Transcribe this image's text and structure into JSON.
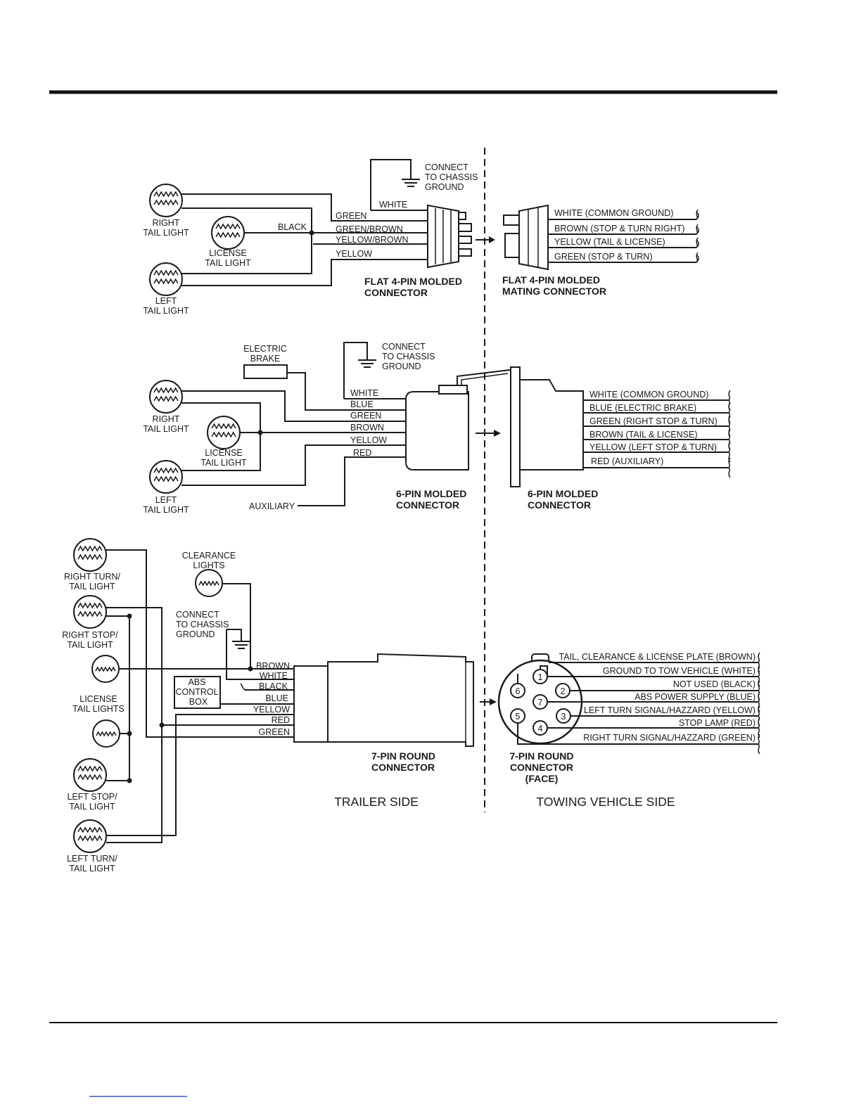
{
  "diagram1": {
    "ground_label": [
      "CONNECT",
      "TO CHASSIS",
      "GROUND"
    ],
    "right_tail": [
      "RIGHT",
      "TAIL LIGHT"
    ],
    "license_tail": [
      "LICENSE",
      "TAIL LIGHT"
    ],
    "left_tail": [
      "LEFT",
      "TAIL LIGHT"
    ],
    "black": "BLACK",
    "trailer_wires": [
      "WHITE",
      "GREEN",
      "GREEN/BROWN",
      "YELLOW/BROWN",
      "YELLOW"
    ],
    "connector_label": [
      "FLAT 4-PIN MOLDED",
      "CONNECTOR"
    ],
    "mating_label": [
      "FLAT 4-PIN MOLDED",
      "MATING CONNECTOR"
    ],
    "vehicle_wires": [
      "WHITE (COMMON GROUND)",
      "BROWN (STOP & TURN RIGHT)",
      "YELLOW (TAIL & LICENSE)",
      "GREEN  (STOP & TURN)"
    ]
  },
  "diagram2": {
    "brake": [
      "ELECTRIC",
      "BRAKE"
    ],
    "ground_label": [
      "CONNECT",
      "TO CHASSIS",
      "GROUND"
    ],
    "right_tail": [
      "RIGHT",
      "TAIL LIGHT"
    ],
    "license_tail": [
      "LICENSE",
      "TAIL LIGHT"
    ],
    "left_tail": [
      "LEFT",
      "TAIL LIGHT"
    ],
    "auxiliary": "AUXILIARY",
    "trailer_wires": [
      "WHITE",
      "BLUE",
      "GREEN",
      "BROWN",
      "YELLOW",
      "RED"
    ],
    "connector_label": [
      "6-PIN MOLDED",
      "CONNECTOR"
    ],
    "mating_label": [
      "6-PIN MOLDED",
      "CONNECTOR"
    ],
    "vehicle_wires": [
      "WHITE (COMMON GROUND)",
      "BLUE (ELECTRIC BRAKE)",
      "GREEN (RIGHT STOP & TURN)",
      "BROWN (TAIL & LICENSE)",
      "YELLOW (LEFT STOP & TURN)",
      "RED (AUXILIARY)"
    ]
  },
  "diagram3": {
    "right_turn": [
      "RIGHT TURN/",
      "TAIL LIGHT"
    ],
    "right_stop": [
      "RIGHT STOP/",
      "TAIL LIGHT"
    ],
    "license": [
      "LICENSE",
      "TAIL LIGHTS"
    ],
    "left_stop": [
      "LEFT STOP/",
      "TAIL LIGHT"
    ],
    "left_turn": [
      "LEFT TURN/",
      "TAIL LIGHT"
    ],
    "clearance": [
      "CLEARANCE",
      "LIGHTS"
    ],
    "ground_label": [
      "CONNECT",
      "TO CHASSIS",
      "GROUND"
    ],
    "abs_box": [
      "ABS",
      "CONTROL",
      "BOX"
    ],
    "trailer_wires": [
      "BROWN",
      "WHITE",
      "BLACK",
      "BLUE",
      "YELLOW",
      "RED",
      "GREEN"
    ],
    "connector_label": [
      "7-PIN ROUND",
      "CONNECTOR"
    ],
    "face_label": [
      "7-PIN ROUND",
      "CONNECTOR",
      "(FACE)"
    ],
    "pins": [
      "1",
      "2",
      "3",
      "4",
      "5",
      "6",
      "7"
    ],
    "vehicle_wires": [
      "TAIL, CLEARANCE & LICENSE PLATE (BROWN)",
      "GROUND TO TOW VEHICLE (WHITE)",
      "NOT USED (BLACK)",
      "ABS POWER SUPPLY (BLUE)",
      "LEFT TURN SIGNAL/HAZZARD (YELLOW)",
      "STOP LAMP (RED)",
      "RIGHT TURN SIGNAL/HAZZARD (GREEN)"
    ]
  },
  "sides": {
    "trailer": "TRAILER SIDE",
    "towing": "TOWING VEHICLE SIDE"
  }
}
